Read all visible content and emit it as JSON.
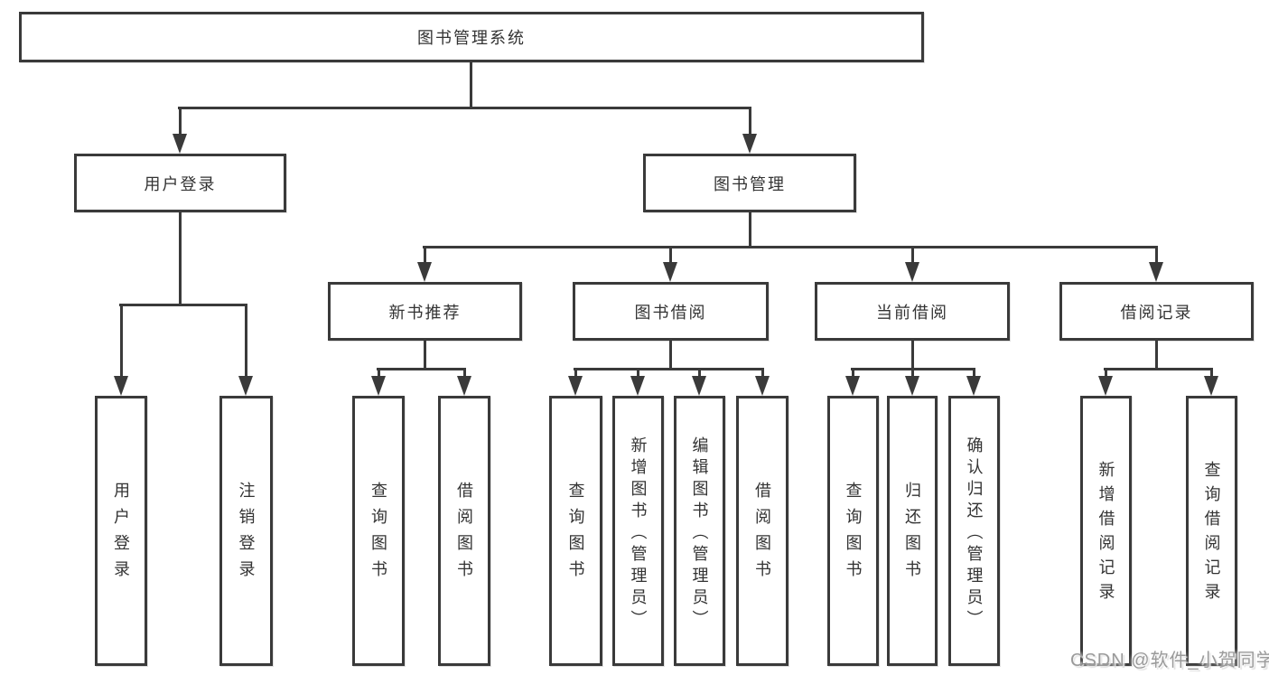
{
  "tree": {
    "label": "图书管理系统",
    "children": [
      {
        "label": "用户登录",
        "children": [
          {
            "label": "用户登录"
          },
          {
            "label": "注销登录"
          }
        ]
      },
      {
        "label": "图书管理",
        "children": [
          {
            "label": "新书推荐",
            "children": [
              {
                "label": "查询图书"
              },
              {
                "label": "借阅图书"
              }
            ]
          },
          {
            "label": "图书借阅",
            "children": [
              {
                "label": "查询图书"
              },
              {
                "label": "新增图书（管理员）"
              },
              {
                "label": "编辑图书（管理员）"
              },
              {
                "label": "借阅图书"
              }
            ]
          },
          {
            "label": "当前借阅",
            "children": [
              {
                "label": "查询图书"
              },
              {
                "label": "归还图书"
              },
              {
                "label": "确认归还（管理员）"
              }
            ]
          },
          {
            "label": "借阅记录",
            "children": [
              {
                "label": "新增借阅记录"
              },
              {
                "label": "查询借阅记录"
              }
            ]
          }
        ]
      }
    ]
  },
  "watermark": {
    "text": "CSDN @软件_小贺同学"
  },
  "colors": {
    "line": "#3a3a3a",
    "text": "#333333",
    "watermark": "#9a9a9a",
    "background": "#ffffff"
  }
}
